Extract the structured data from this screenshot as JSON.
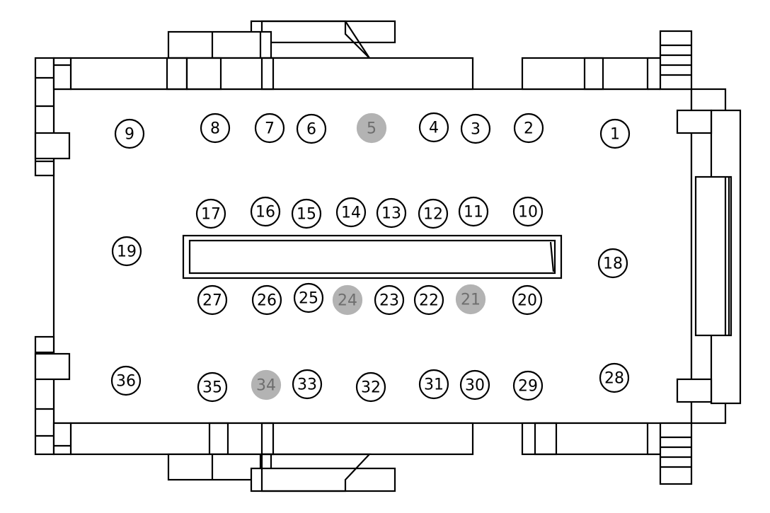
{
  "colors": {
    "outline": "#000000",
    "pin_fill": "#ffffff",
    "highlight_fill": "#b3b3b3",
    "highlight_text": "#6e6e6e"
  },
  "pins": [
    {
      "label": "1",
      "highlighted": false
    },
    {
      "label": "2",
      "highlighted": false
    },
    {
      "label": "3",
      "highlighted": false
    },
    {
      "label": "4",
      "highlighted": false
    },
    {
      "label": "5",
      "highlighted": true
    },
    {
      "label": "6",
      "highlighted": false
    },
    {
      "label": "7",
      "highlighted": false
    },
    {
      "label": "8",
      "highlighted": false
    },
    {
      "label": "9",
      "highlighted": false
    },
    {
      "label": "10",
      "highlighted": false
    },
    {
      "label": "11",
      "highlighted": false
    },
    {
      "label": "12",
      "highlighted": false
    },
    {
      "label": "13",
      "highlighted": false
    },
    {
      "label": "14",
      "highlighted": false
    },
    {
      "label": "15",
      "highlighted": false
    },
    {
      "label": "16",
      "highlighted": false
    },
    {
      "label": "17",
      "highlighted": false
    },
    {
      "label": "18",
      "highlighted": false
    },
    {
      "label": "19",
      "highlighted": false
    },
    {
      "label": "20",
      "highlighted": false
    },
    {
      "label": "21",
      "highlighted": true
    },
    {
      "label": "22",
      "highlighted": false
    },
    {
      "label": "23",
      "highlighted": false
    },
    {
      "label": "24",
      "highlighted": true
    },
    {
      "label": "25",
      "highlighted": false
    },
    {
      "label": "26",
      "highlighted": false
    },
    {
      "label": "27",
      "highlighted": false
    },
    {
      "label": "28",
      "highlighted": false
    },
    {
      "label": "29",
      "highlighted": false
    },
    {
      "label": "30",
      "highlighted": false
    },
    {
      "label": "31",
      "highlighted": false
    },
    {
      "label": "32",
      "highlighted": false
    },
    {
      "label": "33",
      "highlighted": false
    },
    {
      "label": "34",
      "highlighted": true
    },
    {
      "label": "35",
      "highlighted": false
    },
    {
      "label": "36",
      "highlighted": false
    }
  ]
}
